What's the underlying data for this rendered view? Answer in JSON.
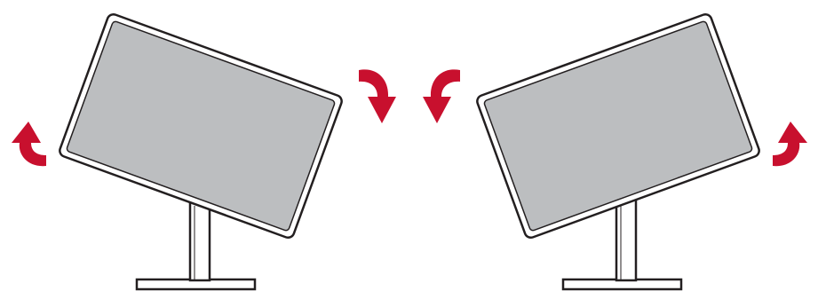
{
  "figure": {
    "panels": [
      {
        "id": "left",
        "monitor_tilt_direction": "clockwise"
      },
      {
        "id": "right",
        "monitor_tilt_direction": "counterclockwise"
      }
    ],
    "arrows": [
      {
        "panel": "left",
        "position": "top-right",
        "direction": "clockwise",
        "icon": "curved-arrow-down-icon"
      },
      {
        "panel": "left",
        "position": "bottom-left",
        "direction": "counterclockwise",
        "icon": "curved-arrow-up-icon"
      },
      {
        "panel": "right",
        "position": "top-left",
        "direction": "counterclockwise",
        "icon": "curved-arrow-down-icon"
      },
      {
        "panel": "right",
        "position": "bottom-right",
        "direction": "clockwise",
        "icon": "curved-arrow-up-icon"
      }
    ]
  },
  "colors": {
    "outline": "#231f20",
    "screen_fill": "#bcbec0",
    "bezel_fill": "#ffffff",
    "arrow_fill": "#c8102e"
  }
}
